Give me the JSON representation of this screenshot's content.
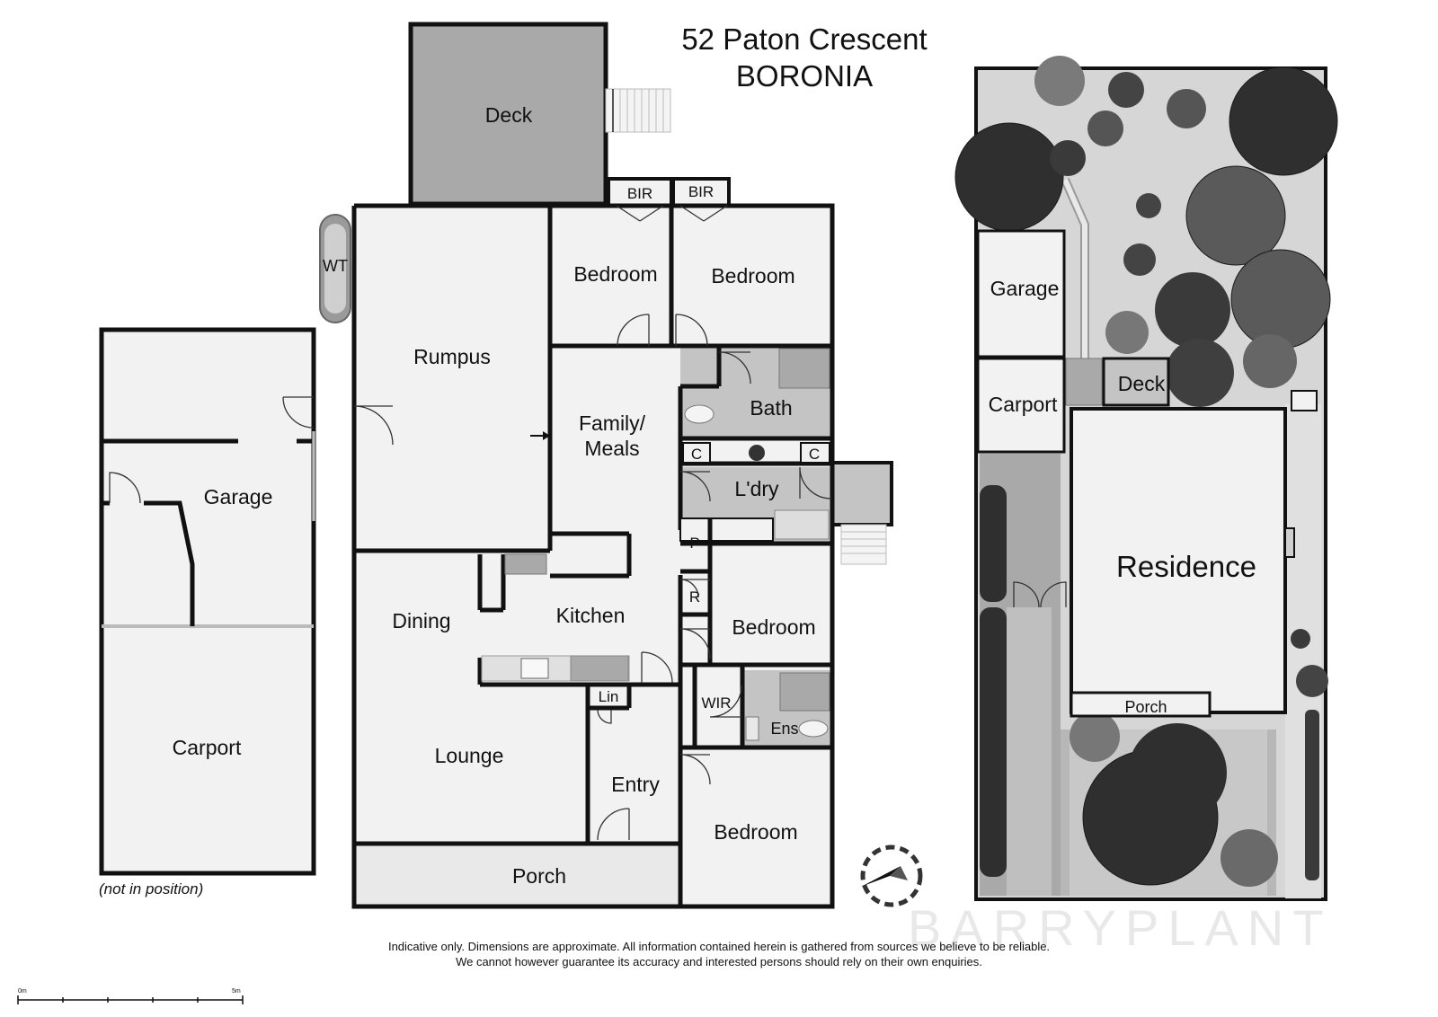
{
  "title": {
    "line1": "52 Paton Crescent",
    "line2": "BORONIA"
  },
  "outbuilding": {
    "garage": "Garage",
    "carport": "Carport",
    "note": "(not in position)"
  },
  "rooms": {
    "deck": "Deck",
    "bir1": "BIR",
    "bir2": "BIR",
    "wt": "WT",
    "rumpus": "Rumpus",
    "bedroom1": "Bedroom",
    "bedroom2": "Bedroom",
    "family_meals_1": "Family/",
    "family_meals_2": "Meals",
    "bath": "Bath",
    "c1": "C",
    "c2": "C",
    "laundry": "L'dry",
    "pantry": "P",
    "robe": "R",
    "kitchen": "Kitchen",
    "dining": "Dining",
    "bedroom3": "Bedroom",
    "wir": "WIR",
    "ens": "Ens",
    "lin": "Lin",
    "lounge": "Lounge",
    "entry": "Entry",
    "bedroom4": "Bedroom",
    "porch": "Porch"
  },
  "site": {
    "garage": "Garage",
    "carport": "Carport",
    "deck": "Deck",
    "residence": "Residence",
    "porch": "Porch"
  },
  "disclaimer": {
    "line1": "Indicative only. Dimensions are approximate. All information contained herein is gathered from sources we believe to be reliable.",
    "line2": "We cannot however guarantee its accuracy and interested persons should rely on their own enquiries."
  },
  "scale_bar": {
    "start": "0m",
    "end": "5m"
  },
  "watermark": "BARRYPLANT",
  "colors": {
    "deck": "#a9a9a9",
    "wet_area": "#c4c4c4",
    "floor": "#f2f2f2",
    "porch": "#e9e9e9",
    "tree_dark": "#2f2f2f",
    "tree_mid": "#5a5a5a",
    "watermark": "#e8e8e8"
  }
}
